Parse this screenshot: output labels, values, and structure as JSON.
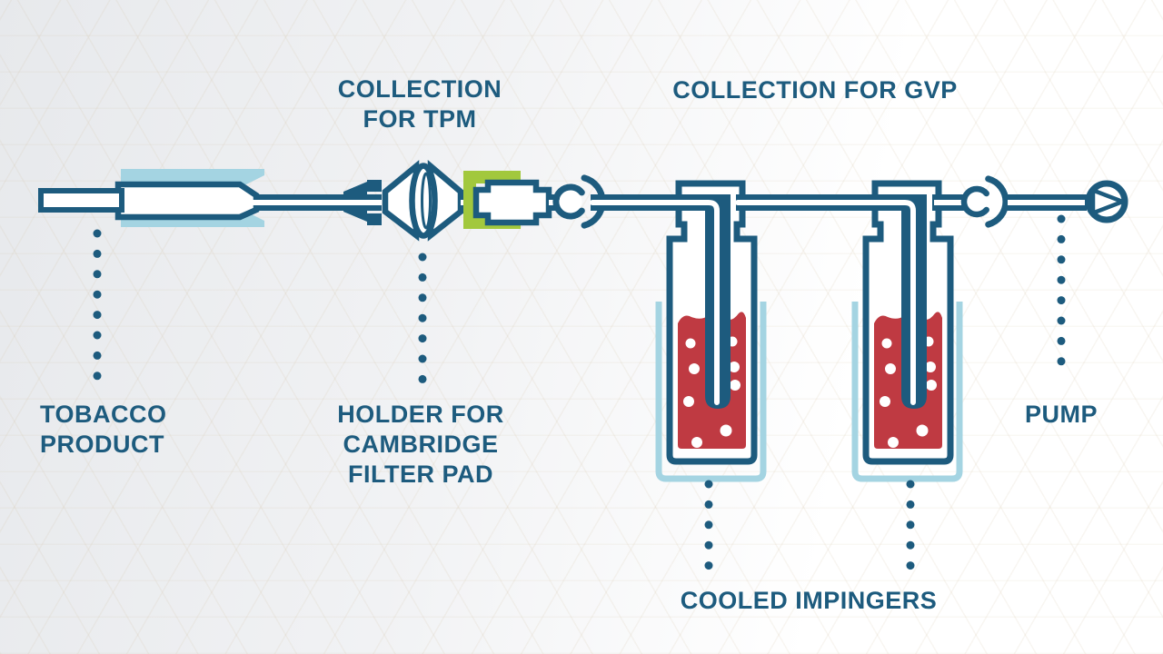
{
  "labels": {
    "collection_tpm": "COLLECTION FOR TPM",
    "collection_gvp": "COLLECTION FOR GVP",
    "tobacco_product": "TOBACCO PRODUCT",
    "filter_holder": "HOLDER FOR CAMBRIDGE FILTER PAD",
    "cooled_impingers": "COOLED IMPINGERS",
    "pump": "PUMP"
  },
  "colors": {
    "ink": "#1d5b7e",
    "light_blue": "#a4d4e2",
    "green": "#a2c83d",
    "red": "#bf3a42",
    "background_left": "#e7e9ec",
    "background_right": "#ffffff"
  },
  "icons": {
    "tobacco_product_icon": "cigarette inserted in light-blue holder sleeve",
    "filter_holder_icon": "conical holder with cambridge filter pad lens",
    "filter_pad_bracket_icon": "green square bracket marking filter pad mount",
    "ball_joint_icon": "ground-glass ball-and-socket joint",
    "impinger_icon": "impinger tube with inlet stem, red liquid, bubbles and cooling jacket",
    "pump_icon": "circle with inscribed triangle pump symbol",
    "dotted_leader": "vertical dotted pointer line"
  }
}
